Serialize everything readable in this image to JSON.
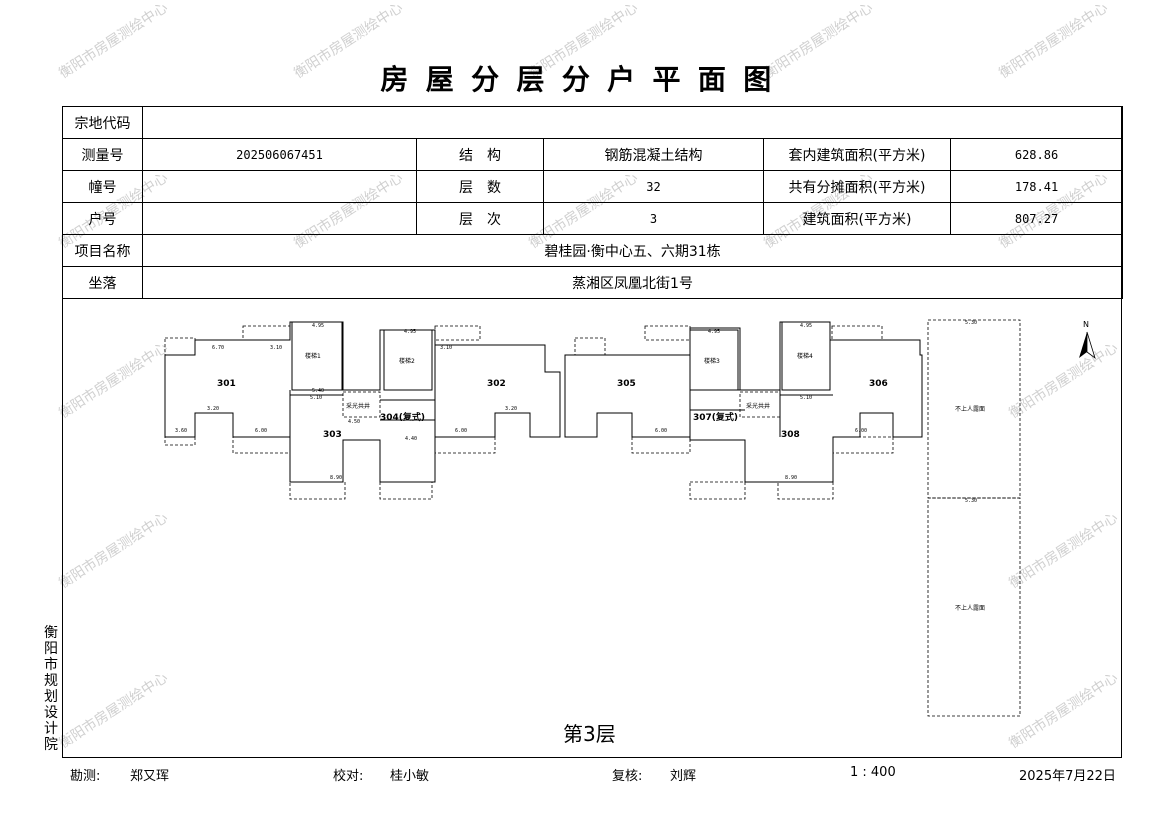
{
  "title": "房屋分层分户平面图",
  "watermark": "衡阳市房屋测绘中心",
  "table": {
    "zd_label": "宗地代码",
    "zd_value": "",
    "survey_label": "测量号",
    "survey_value": "202506067451",
    "struct_label": "结　构",
    "struct_value": "钢筋混凝土结构",
    "inner_label": "套内建筑面积(平方米)",
    "inner_value": "628.86",
    "bldg_label": "幢号",
    "bldg_value": "",
    "floors_label": "层　数",
    "floors_value": "32",
    "shared_label": "共有分摊面积(平方米)",
    "shared_value": "178.41",
    "unit_label": "户号",
    "unit_value": "",
    "level_label": "层　次",
    "level_value": "3",
    "total_label": "建筑面积(平方米)",
    "total_value": "807.27",
    "project_label": "项目名称",
    "project_value": "碧桂园·衡中心五、六期31栋",
    "loc_label": "坐落",
    "loc_value": "蒸湘区凤凰北街1号"
  },
  "plan": {
    "units": [
      "301",
      "302",
      "303",
      "304(复式)",
      "305",
      "306",
      "307(复式)",
      "308"
    ],
    "stairs": [
      "楼梯1",
      "楼梯2",
      "楼梯3",
      "楼梯4"
    ],
    "shaft": "采光共井",
    "garden": "不上人露面",
    "north": "N",
    "dims": [
      "4.95",
      "3.10",
      "5.10",
      "5.40",
      "4.50",
      "6.00",
      "3.20",
      "3.60",
      "4.40",
      "8.90",
      "6.70",
      "5.30"
    ]
  },
  "floor_label": "第3层",
  "side_org": "衡阳市规划设计院",
  "footer": {
    "survey_label": "勘测:",
    "surveyor": "郑又珲",
    "check_label": "校对:",
    "checker": "桂小敏",
    "review_label": "复核:",
    "reviewer": "刘辉",
    "scale": "1 : 400",
    "date": "2025年7月22日"
  }
}
